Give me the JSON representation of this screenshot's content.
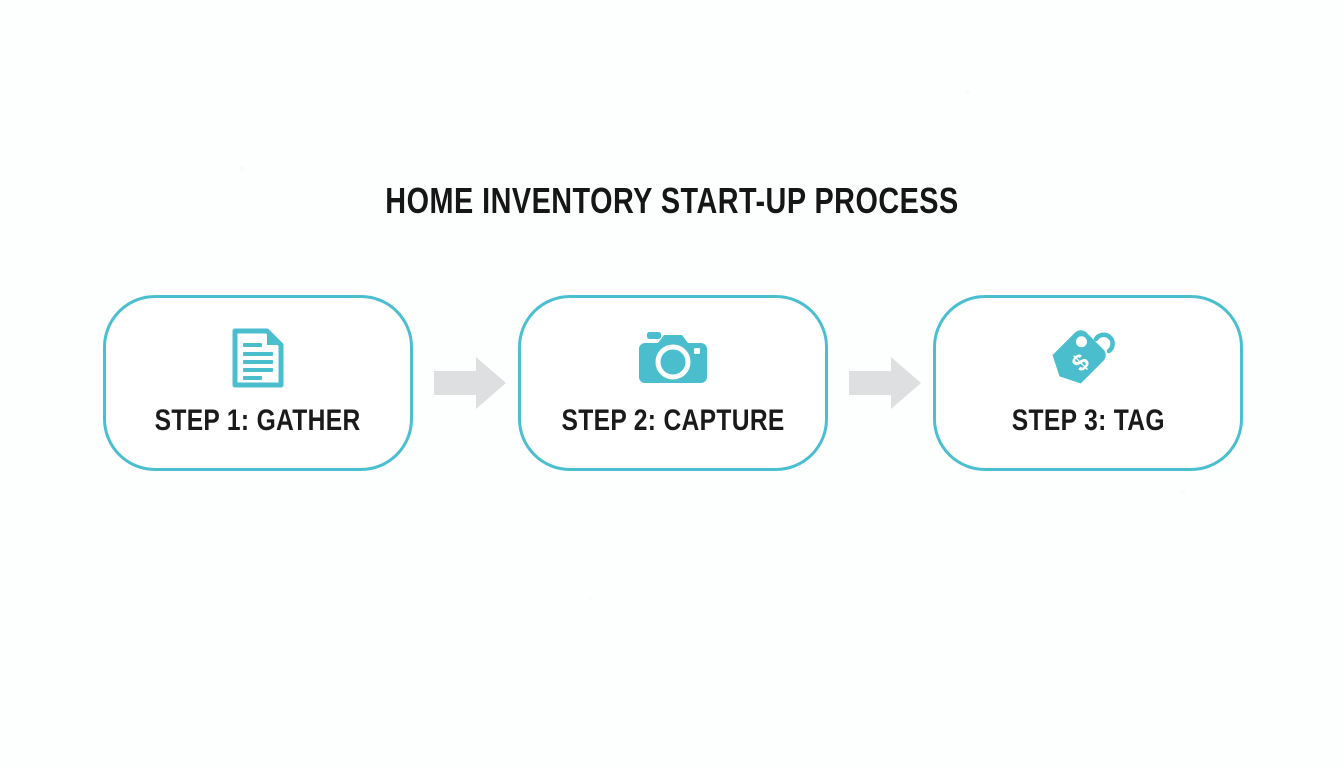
{
  "title": "HOME INVENTORY START-UP PROCESS",
  "colors": {
    "accent": "#4bbfcf",
    "icon_fill": "#4bbece",
    "text": "#1a1a1a",
    "arrow": "#dedfe1",
    "background": "#fdfefe",
    "card_fill": "#ffffff"
  },
  "steps": [
    {
      "label": "STEP 1: GATHER",
      "icon": "document-icon"
    },
    {
      "label": "STEP 2: CAPTURE",
      "icon": "camera-icon"
    },
    {
      "label": "STEP 3: TAG",
      "icon": "price-tag-icon"
    }
  ],
  "connectors": [
    {
      "name": "arrow-right-icon"
    },
    {
      "name": "arrow-right-icon"
    }
  ]
}
